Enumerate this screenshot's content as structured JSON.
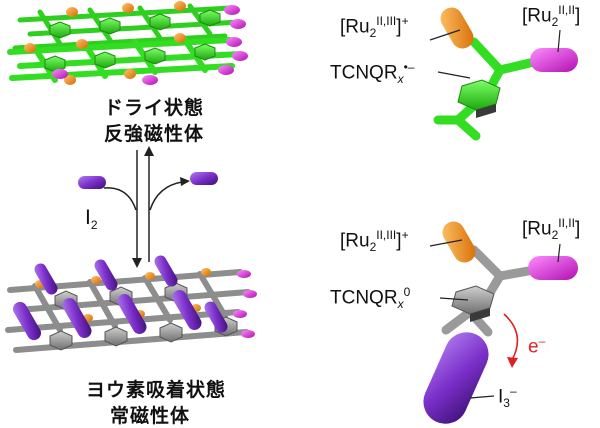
{
  "top_left": {
    "title_line1": "ドライ状態",
    "title_line2": "反強磁性体"
  },
  "bottom_left": {
    "title_line1": "ヨウ素吸着状態",
    "title_line2": "常磁性体"
  },
  "process": {
    "molecule_label_base": "I",
    "molecule_label_sub": "2"
  },
  "top_right": {
    "ru_mixed_base": "[Ru",
    "ru_mixed_sub": "2",
    "ru_mixed_sup": "II,III",
    "ru_mixed_tail": "]",
    "ru_mixed_charge": "+",
    "ru_plain_base": "[Ru",
    "ru_plain_sub": "2",
    "ru_plain_sup": "II,II",
    "ru_plain_tail": "]",
    "tcnq_base": "TCNQR",
    "tcnq_sub": "x",
    "tcnq_sup": "•–"
  },
  "bottom_right": {
    "ru_mixed_base": "[Ru",
    "ru_mixed_sub": "2",
    "ru_mixed_sup": "II,III",
    "ru_mixed_tail": "]",
    "ru_mixed_charge": "+",
    "ru_plain_base": "[Ru",
    "ru_plain_sub": "2",
    "ru_plain_sup": "II,II",
    "ru_plain_tail": "]",
    "tcnq_base": "TCNQR",
    "tcnq_sub": "x",
    "tcnq_sup": "0",
    "electron_label": "e",
    "electron_sup": "–",
    "triiodide_base": "I",
    "triiodide_sub": "3",
    "triiodide_sup": "–"
  },
  "colors": {
    "green": "#33dd22",
    "magenta": "#dd22dd",
    "orange": "#f08a10",
    "purple": "#7b2fc9",
    "gray": "#9a9a9a",
    "red": "#e02020"
  }
}
